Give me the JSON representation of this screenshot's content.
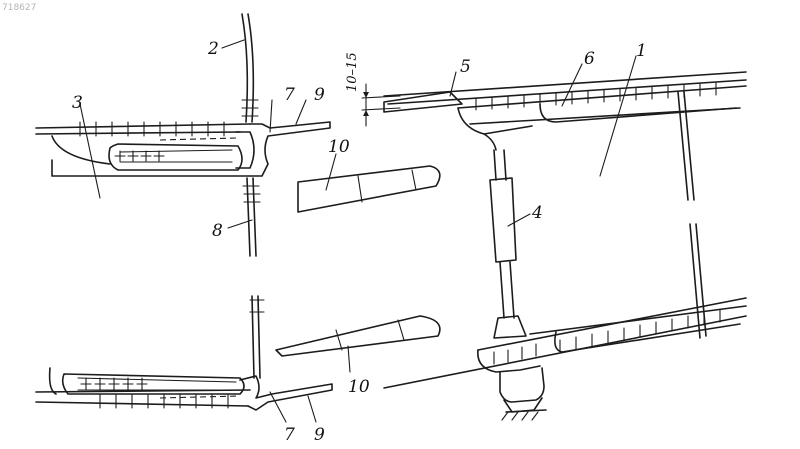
{
  "stamp": "718627",
  "labels": {
    "l1": "1",
    "l2": "2",
    "l3": "3",
    "l4": "4",
    "l5": "5",
    "l6": "6",
    "l7_top": "7",
    "l7_bottom": "7",
    "l8": "8",
    "l9_top": "9",
    "l9_bottom": "9",
    "l10_top": "10",
    "l10_bottom": "10"
  },
  "dimension": "10–15"
}
